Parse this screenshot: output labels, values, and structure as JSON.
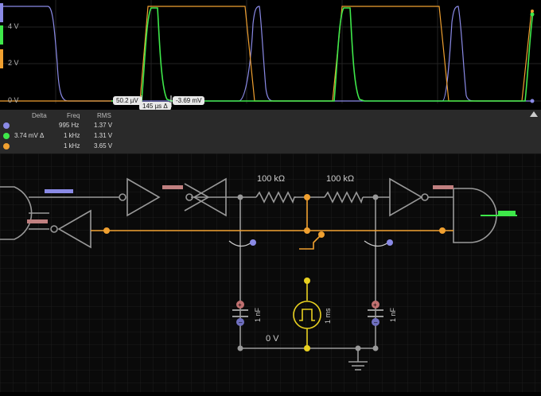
{
  "scope": {
    "y_labels": [
      "4 V",
      "2 V",
      "0 V"
    ],
    "cursor": {
      "left_value": "50.2 µV",
      "right_value": "-3.69 mV",
      "delta_time": "145 µs Δ"
    },
    "colors": {
      "purple": "#8a8ae6",
      "green": "#3ee84a",
      "orange": "#f0a030"
    }
  },
  "table": {
    "headers": [
      "Delta",
      "Freq",
      "RMS"
    ],
    "rows": [
      {
        "color": "#8a8ae6",
        "delta": "",
        "freq": "995 Hz",
        "rms": "1.37 V"
      },
      {
        "color": "#3ee84a",
        "delta": "3.74 mV Δ",
        "freq": "1 kHz",
        "rms": "1.31 V"
      },
      {
        "color": "#f0a030",
        "delta": "",
        "freq": "1 kHz",
        "rms": "3.65 V"
      }
    ]
  },
  "circuit": {
    "r1": "100 kΩ",
    "r2": "100 kΩ",
    "c1": "1 nF",
    "c2": "1 nF",
    "clock": "1 ms",
    "ground_label": "0 V"
  }
}
